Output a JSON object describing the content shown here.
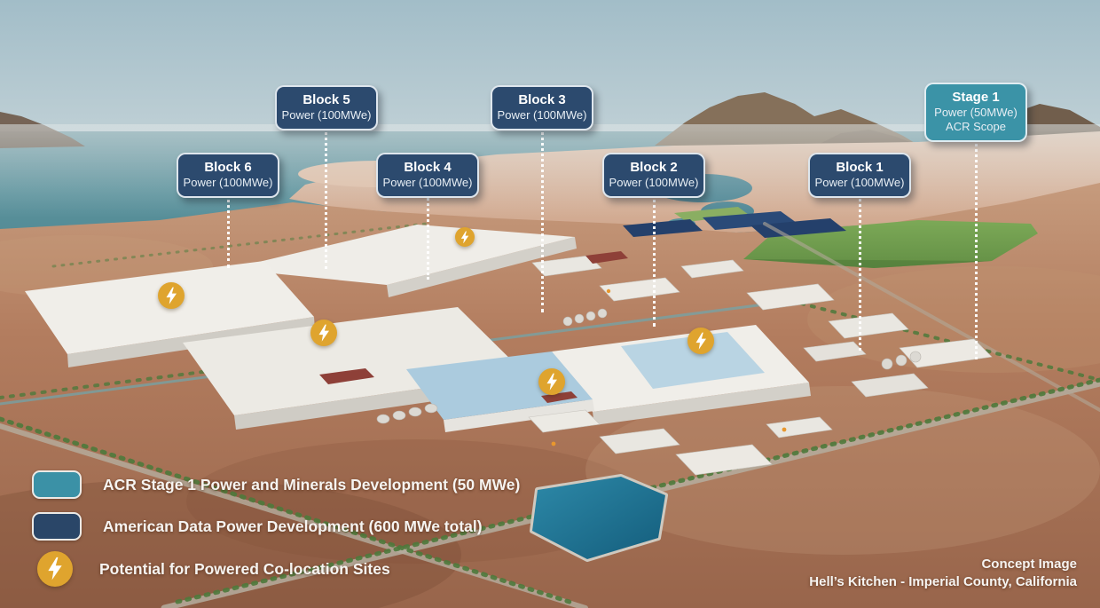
{
  "labels": {
    "block6": {
      "title": "Block 6",
      "subtitle": "Power (100MWe)"
    },
    "block5": {
      "title": "Block 5",
      "subtitle": "Power (100MWe)"
    },
    "block4": {
      "title": "Block 4",
      "subtitle": "Power (100MWe)"
    },
    "block3": {
      "title": "Block 3",
      "subtitle": "Power (100MWe)"
    },
    "block2": {
      "title": "Block 2",
      "subtitle": "Power (100MWe)"
    },
    "block1": {
      "title": "Block 1",
      "subtitle": "Power (100MWe)"
    },
    "stage1": {
      "title": "Stage 1",
      "subtitle": "Power (50MWe)",
      "subtitle2": "ACR Scope"
    }
  },
  "legend": {
    "items": [
      {
        "swatch": "teal",
        "text": "ACR Stage 1 Power and Minerals Development (50 MWe)"
      },
      {
        "swatch": "navy",
        "text": "American Data Power Development (600 MWe total)"
      },
      {
        "swatch": "lightning-bolt-icon",
        "text": "Potential for Powered Co-location Sites"
      }
    ]
  },
  "caption": {
    "line1": "Concept Image",
    "line2": "Hell’s Kitchen - Imperial County, California"
  },
  "icons": {
    "bolt": "lightning-bolt-icon"
  },
  "colors": {
    "stage1_teal": "#3b93a7",
    "block_navy": "#2c4a6e",
    "bolt_gold": "#dfa42e",
    "sea_teal": "#55909b",
    "desert_brown": "#a97155"
  }
}
